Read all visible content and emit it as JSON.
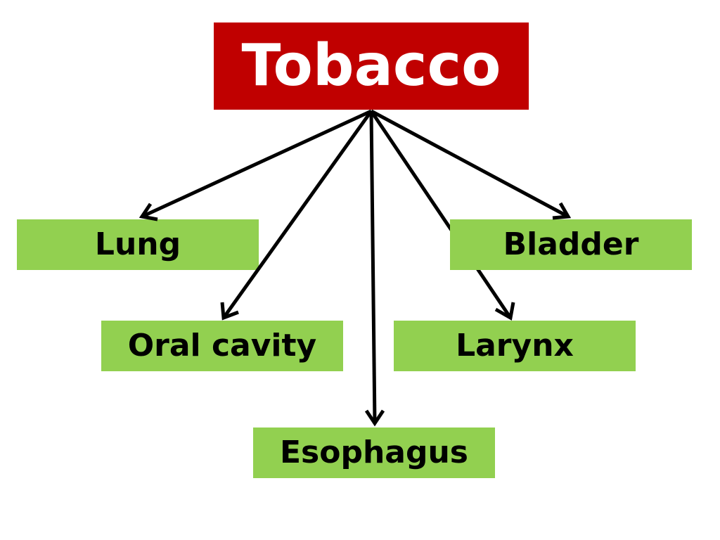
{
  "root": {
    "label": "Tobacco",
    "color": "#c00000",
    "text_color": "#ffffff"
  },
  "leaves": {
    "lung": "Lung",
    "bladder": "Bladder",
    "oral_cavity": "Oral cavity",
    "larynx": "Larynx",
    "esophagus": "Esophagus"
  },
  "colors": {
    "leaf_fill": "#92d050",
    "arrow": "#000000"
  }
}
